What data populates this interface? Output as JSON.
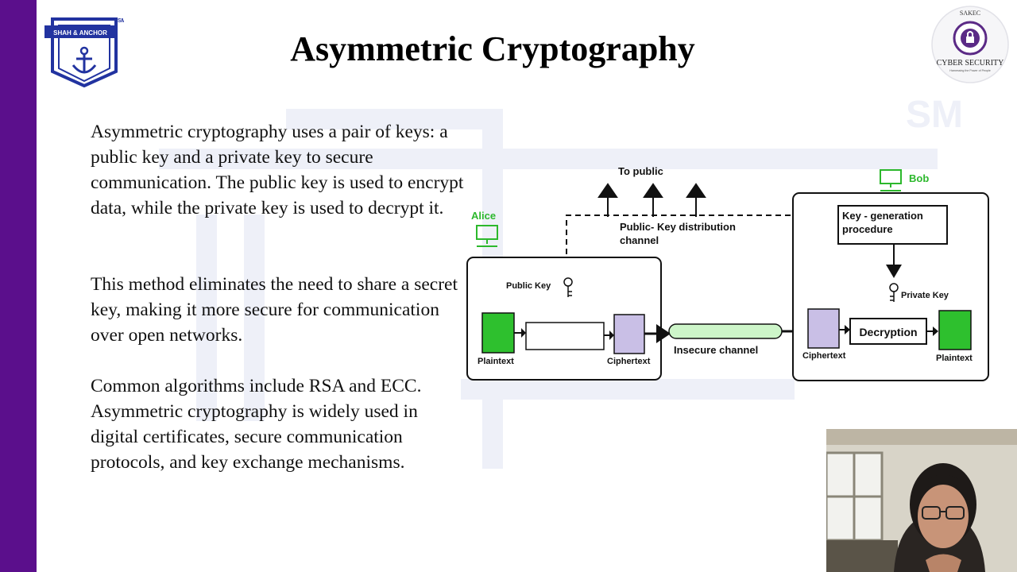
{
  "slide": {
    "title": "Asymmetric Cryptography",
    "paragraphs": [
      "Asymmetric cryptography uses a pair of keys: a public key and a private key to secure communication. The public key is used to encrypt data, while the private key is used to decrypt it.",
      "This method eliminates the need to share a secret key, making it more secure for communication over open networks.",
      "Common algorithms include RSA and ECC. Asymmetric cryptography is widely used in digital certificates, secure communication protocols, and key exchange mechanisms."
    ]
  },
  "logos": {
    "left_text": "SHAH & ANCHOR",
    "left_mark": "SM",
    "right_top": "SAKEC",
    "right_main": "CYBER SECURITY",
    "right_tagline": "Harnessing the Power of People"
  },
  "diagram": {
    "alice": "Alice",
    "bob": "Bob",
    "to_public": "To public",
    "distribution_channel_1": "Public- Key distribution",
    "distribution_channel_2": "channel",
    "keygen_1": "Key - generation",
    "keygen_2": "procedure",
    "public_key": "Public Key",
    "private_key": "Private Key",
    "plaintext_left": "Plaintext",
    "ciphertext_left": "Ciphertext",
    "insecure_channel": "Insecure channel",
    "ciphertext_right": "Ciphertext",
    "decryption": "Decryption",
    "plaintext_right": "Plaintext"
  },
  "colors": {
    "sidebar": "#5b0f8c",
    "plaintext_green": "#2ec02e",
    "ciphertext_lavender": "#c9bfe6",
    "channel_green": "#cdf5c9",
    "computer_green": "#2cb82c",
    "logo_blue": "#2233a0"
  }
}
